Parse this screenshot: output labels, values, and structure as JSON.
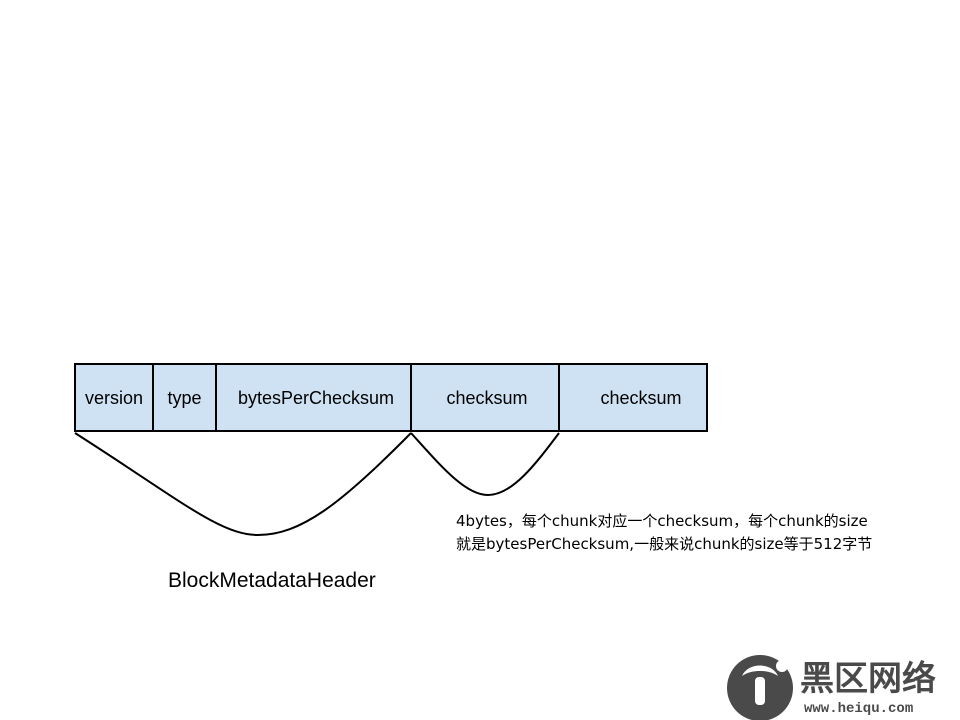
{
  "fields": [
    {
      "id": "version",
      "label": "version"
    },
    {
      "id": "type",
      "label": "type"
    },
    {
      "id": "bytes-per-checksum",
      "label": "bytesPerChecksum"
    },
    {
      "id": "checksum-1",
      "label": "checksum"
    },
    {
      "id": "checksum-2",
      "label": "checksum"
    }
  ],
  "header_caption": "BlockMetadataHeader",
  "checksum_note": {
    "line1": "4bytes，每个chunk对应一个checksum，每个chunk的size",
    "line2": "就是bytesPerChecksum,一般来说chunk的size等于512字节"
  },
  "watermark": {
    "name": "黑区网络",
    "url": "www.heiqu.com"
  },
  "colors": {
    "field_fill": "#cfe2f3",
    "stroke": "#000000",
    "watermark": "#4a4a4a"
  }
}
